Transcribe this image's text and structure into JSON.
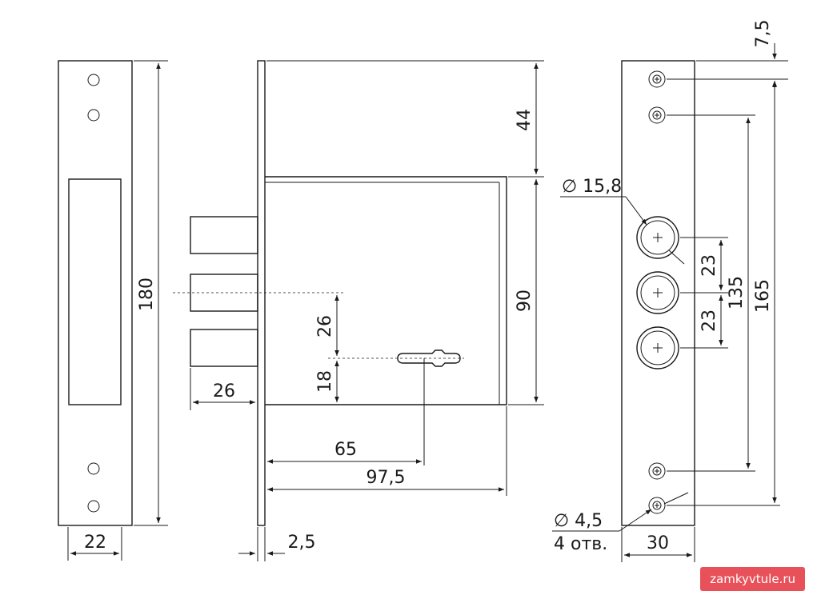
{
  "dimensions": {
    "strike_height": "180",
    "strike_width": "22",
    "top_offset": "44",
    "case_height": "90",
    "cylinder_offset_26": "26",
    "cylinder_offset_18": "18",
    "bolt_throw": "26",
    "backset": "65",
    "case_depth": "97,5",
    "faceplate_thickness": "2,5",
    "top_hole_offset": "7,5",
    "bolt_diameter": "∅ 15,8",
    "bolt_spacing_1": "23",
    "bolt_spacing_2": "23",
    "inner_holes": "135",
    "outer_holes": "165",
    "screw_diameter": "∅ 4,5",
    "screw_count": "4 отв.",
    "faceplate_width": "30"
  },
  "watermark": "zamkyvtule.ru"
}
